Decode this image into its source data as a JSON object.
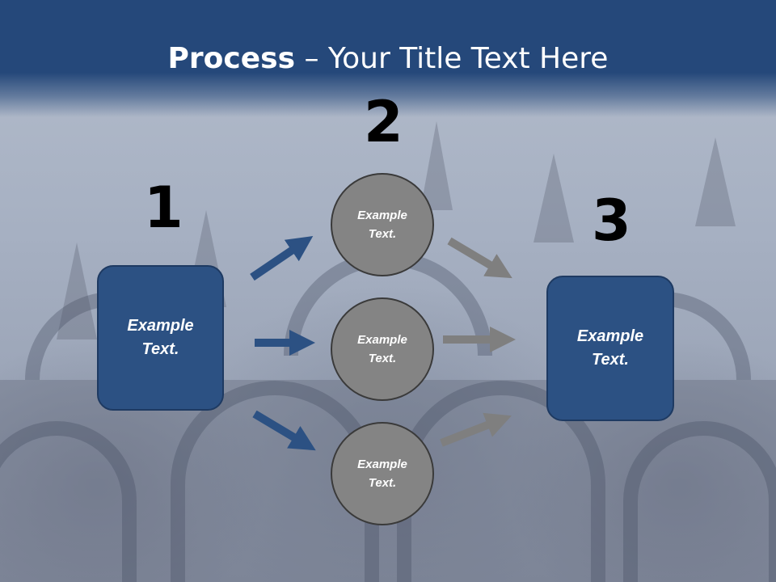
{
  "title": {
    "bold": "Process",
    "rest": " – Your Title Text Here"
  },
  "steps": {
    "one": "1",
    "two": "2",
    "three": "3"
  },
  "boxes": {
    "left": [
      "Example",
      "Text."
    ],
    "right": [
      "Example",
      "Text."
    ]
  },
  "circles": {
    "top": [
      "Example",
      "Text."
    ],
    "middle": [
      "Example",
      "Text."
    ],
    "bottom": [
      "Example",
      "Text."
    ]
  },
  "colors": {
    "header": "#25487a",
    "box": "#2c5183",
    "circle": "#848484",
    "blue_arrow": "#2c5183",
    "gray_arrow": "#7f7f7f"
  }
}
